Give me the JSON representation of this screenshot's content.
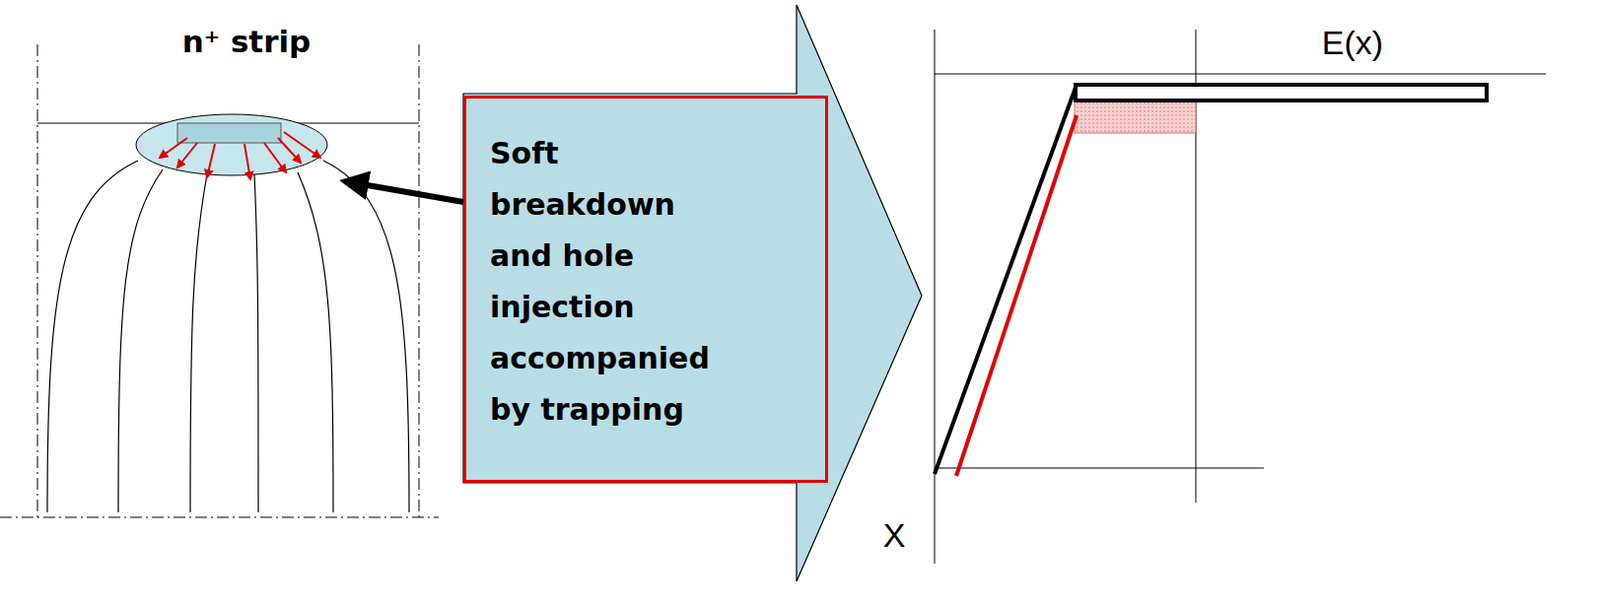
{
  "diagram": {
    "nodes": [
      {
        "text": [
          "Soft breakdown and hole injection accompanied by trapping"
        ]
      }
    ],
    "labels": [
      "n⁺ strip",
      "E(x)",
      "X"
    ]
  }
}
